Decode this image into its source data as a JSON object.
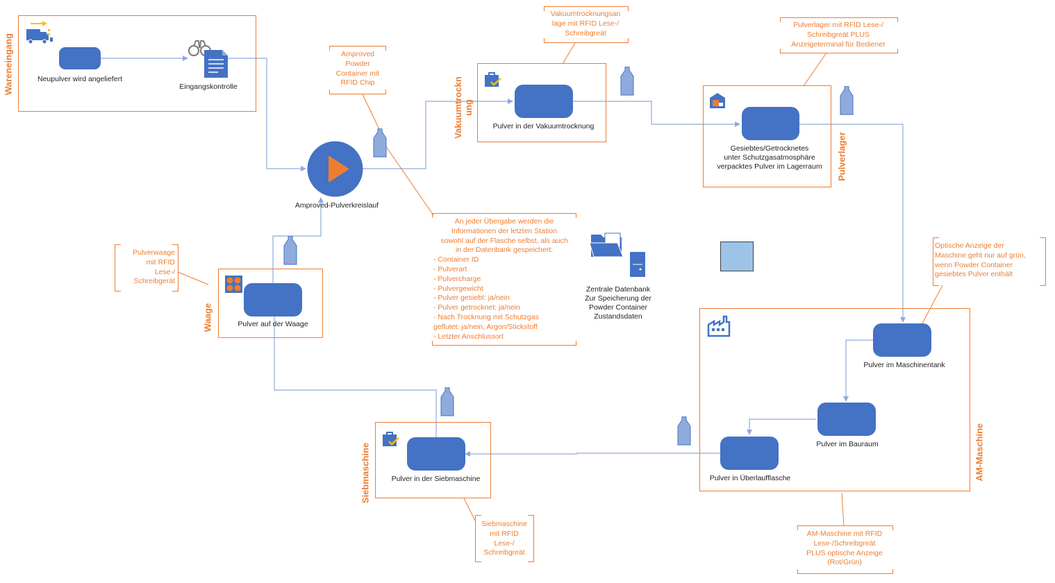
{
  "groups": {
    "wareneingang": "Wareneingang",
    "vakuumtrocknung": "Vakuumtrockn\nung",
    "pulverlager": "Pulverlager",
    "waage": "Waage",
    "siebmaschine": "Siebmaschine",
    "am_maschine": "AM-Maschine"
  },
  "processes": {
    "neupulver": "Neupulver wird angeliefert",
    "eingangskontrolle": "Eingangskontrolle",
    "kreislauf": "Amproved-Pulverkreislauf",
    "vakuum": "Pulver in der Vakuumtrocknung",
    "lager": "Gesiebtes/Getrocknetes\nunter Schutzgasatmosphäre\nverpacktes Pulver im Lagerraum",
    "waage": "Pulver auf der Waage",
    "sieb": "Pulver in der Siebmaschine",
    "maschinentank": "Pulver im Maschinentank",
    "bauraum": "Pulver im Bauraum",
    "ueberlauf": "Pulver in Überlaufflasche",
    "datenbank": "Zentrale Datenbank\nZur Speicherung der\nPowder Container\nZustandsdaten"
  },
  "notes": {
    "container": "Amproved\nPowder\nContainer mit\nRFID Chip",
    "vakuum_rfid": "Vakuumtrocknungsan\nlage mit RFID Lese-/\nSchreibgreät",
    "lager_rfid": "Pulverlager mit RFID Lese-/\nSchreibgreät PLUS\nAnzeigeterminal für Bediener",
    "waage_rfid": "Pulverwaage\nmit RFID\nLese-/\nSchreibgerät",
    "sieb_rfid": "Siebmaschine\nmit RFID\nLese-/\nSchreibgreät",
    "am_rfid": "AM-Maschine mit RFID\nLese-/Schreibgreät\nPLUS optische Anzeige\n(Rot/Grün)",
    "optisch": "Optische Anzeige der\nMaschine geht nur auf grün,\nwenn Powder Container\ngesiebtes Pulver enthält",
    "uebergabe_head": "An jeder Übergabe werden die\nInformationen der letzten Station\nsowohl auf der Flasche selbst, als auch\nin der Datenbank gespeichert:",
    "uebergabe_items": [
      "- Container ID",
      "- Pulverart",
      "- Pulvercharge",
      "- Pulvergewicht",
      "- Pulver gesiebt: ja/nein",
      "- Pulver getrocknet: ja/nein",
      "- Nach Trocknung mit Schutzgas\ngeflutet: ja/nein, Argon/Stickstoff",
      "- Letzter Anschlussort"
    ]
  },
  "icons": {
    "truck": "truck-icon",
    "binoculars": "binoculars-icon",
    "document": "document-icon",
    "play": "play-icon",
    "bottle": "bottle-icon",
    "bag_check": "bag-check-icon",
    "warehouse": "warehouse-icon",
    "scale": "scale-icon",
    "factory": "factory-icon",
    "folder": "folder-icon",
    "server": "server-icon"
  },
  "colors": {
    "process_blue": "#4472c4",
    "accent_orange": "#ed7d31",
    "connector": "#8faadc",
    "bottle_fill": "#8faadc",
    "square_fill": "#9dc3e6",
    "icon_yellow": "#ffc000"
  }
}
